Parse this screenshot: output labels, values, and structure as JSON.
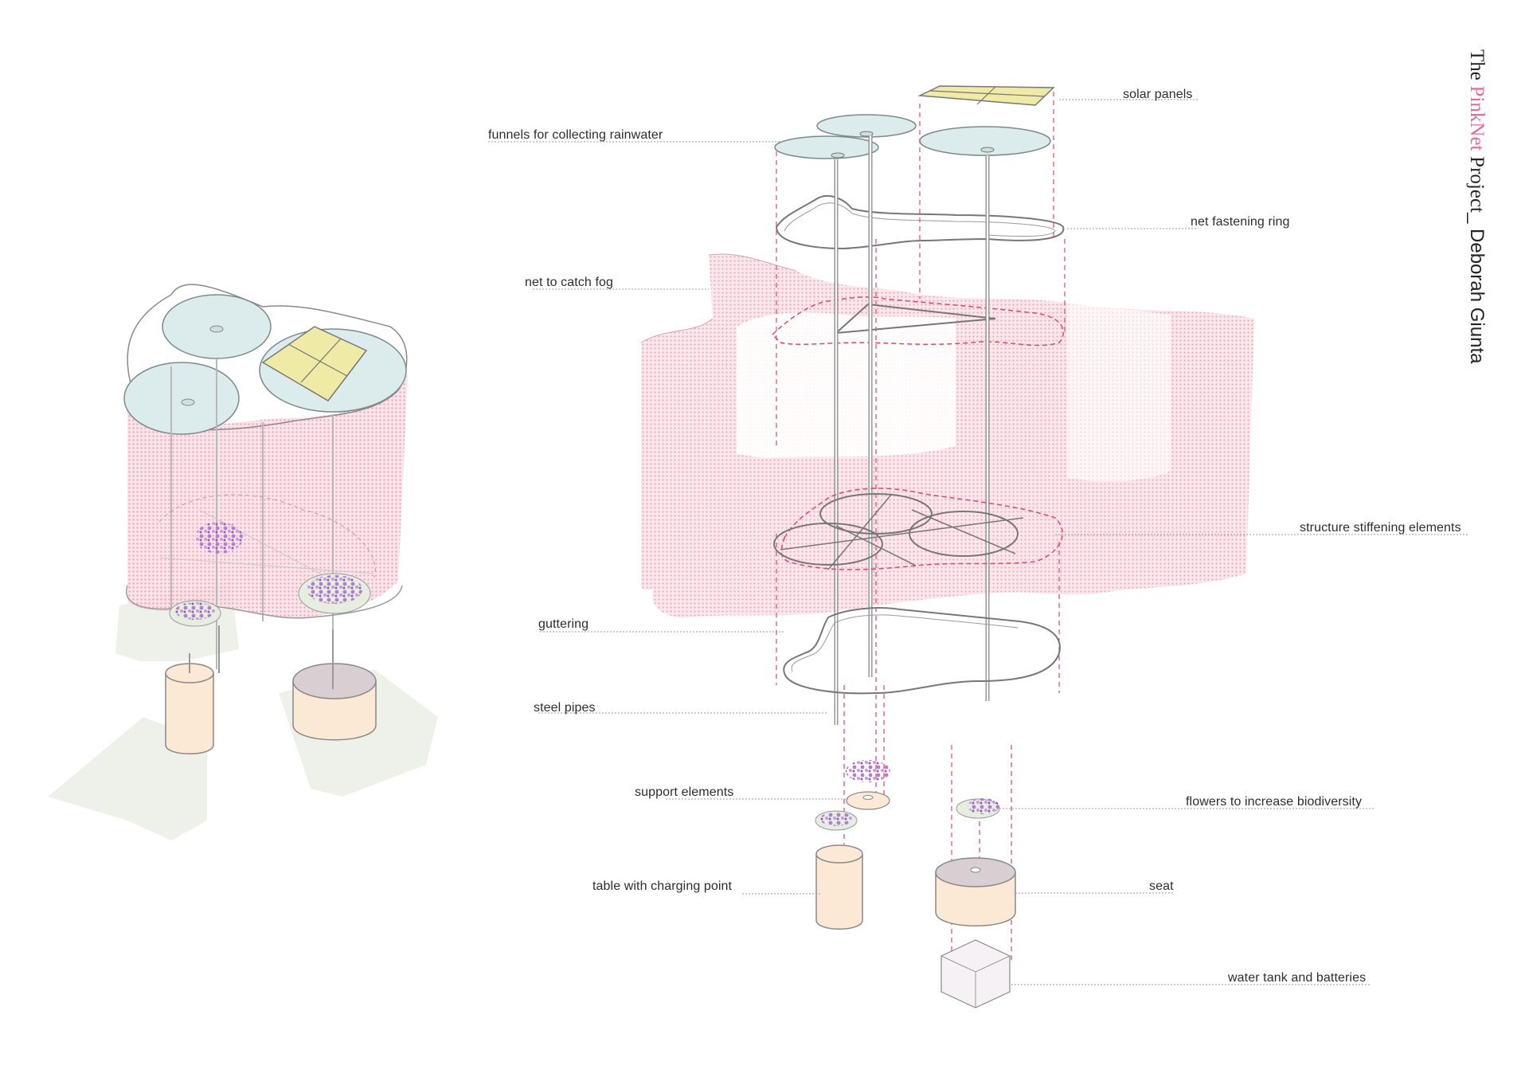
{
  "title": {
    "the": "The",
    "brand": "PinkNet",
    "project": "Project",
    "separator": "_",
    "author": "Deborah Giunta"
  },
  "labels": {
    "solar_panels": "solar panels",
    "funnels": "funnels for collecting rainwater",
    "net_fastening_ring": "net fastening ring",
    "net_catch_fog": "net to catch fog",
    "structure_stiffening": "structure stiffening elements",
    "guttering": "guttering",
    "steel_pipes": "steel pipes",
    "support_elements": "support elements",
    "flowers": "flowers to increase biodiversity",
    "table": "table with charging point",
    "seat": "seat",
    "water_tank": "water tank and batteries"
  },
  "colors": {
    "net_pink": "#f7d3dc",
    "net_dots": "#e89aae",
    "projection_red": "#e0476a",
    "solar_yellow": "#efeaa6",
    "funnel_blue": "#dcecec",
    "seat_top": "#d9cfd3",
    "wood": "#fbe9d6",
    "flower_purple": "#b07bd0",
    "shadow_green": "#eef1ea",
    "accent_pink": "#e8669a"
  }
}
